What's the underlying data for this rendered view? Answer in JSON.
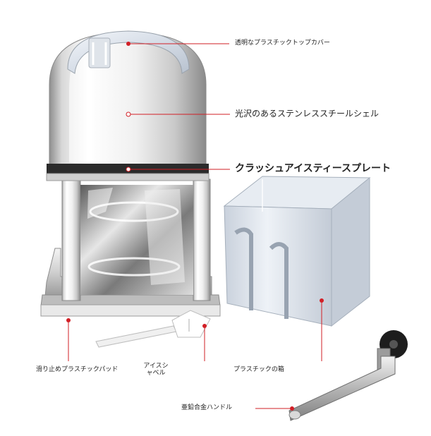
{
  "callouts": {
    "top_cover": "透明なプラスチックトップカバー",
    "steel_shell": "光沢のあるステンレススチールシェル",
    "crush_plate": "クラッシュアイスティースプレート",
    "non_slip_pad": "滑り止めプラスチックパッド",
    "ice_shovel_line1": "アイスシ",
    "ice_shovel_line2": "ャベル",
    "plastic_box": "プラスチックの箱",
    "zinc_handle": "亜鉛合金ハンドル"
  },
  "colors": {
    "accent": "#d21f26",
    "text": "#222222",
    "background": "#ffffff"
  },
  "icons": {
    "callout_marker": "dot-marker"
  }
}
